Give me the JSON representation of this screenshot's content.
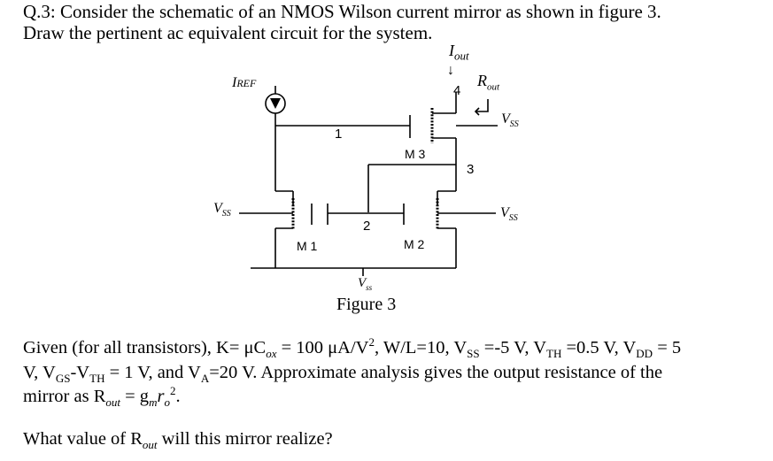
{
  "question": {
    "line1": "Q.3: Consider the schematic of an NMOS Wilson current mirror as shown in figure 3.",
    "line2": "Draw the pertinent ac equivalent circuit for the system."
  },
  "schematic": {
    "i_out_label": "I",
    "i_out_sub": "out",
    "arrow_glyph": "↓",
    "r_out_label": "R",
    "r_out_sub": "out",
    "i_ref_label": "I",
    "i_ref_sub": "REF",
    "vss_label": "V",
    "vss_sub": "SS",
    "node_1": "1",
    "node_2": "2",
    "node_3": "3",
    "node_4": "4",
    "m1": "M 1",
    "m2": "M 2",
    "m3": "M 3",
    "vss_bottom_label": "V",
    "vss_bottom_sub": "ss"
  },
  "figure_caption": "Figure 3",
  "given": {
    "l1_a": "Given (for all transistors), K= μC",
    "l1_sub_ox": "ox",
    "l1_b": " = 100 μA/V",
    "l1_sup2": "2",
    "l1_c": ", W/L=10, V",
    "l1_sub_ss": "SS",
    "l1_d": " =-5 V, V",
    "l1_sub_th": "TH",
    "l1_e": " =0.5 V, V",
    "l1_sub_dd": "DD",
    "l1_f": " = 5",
    "l2_a": "V, V",
    "l2_sub_gs": "GS",
    "l2_b": "-V",
    "l2_sub_th": "TH",
    "l2_c": " = 1 V, and V",
    "l2_sub_a": "A",
    "l2_d": "=20 V. Approximate analysis gives the output resistance of the",
    "l3_a": "mirror as R",
    "l3_sub_out": "out",
    "l3_b": " = g",
    "l3_sub_m": "m",
    "l3_c": "r",
    "l3_sub_o": "o",
    "l3_sup2": "2",
    "l3_d": "."
  },
  "prompt": {
    "a": "What value of R",
    "sub": "out",
    "b": " will this mirror realize?"
  }
}
